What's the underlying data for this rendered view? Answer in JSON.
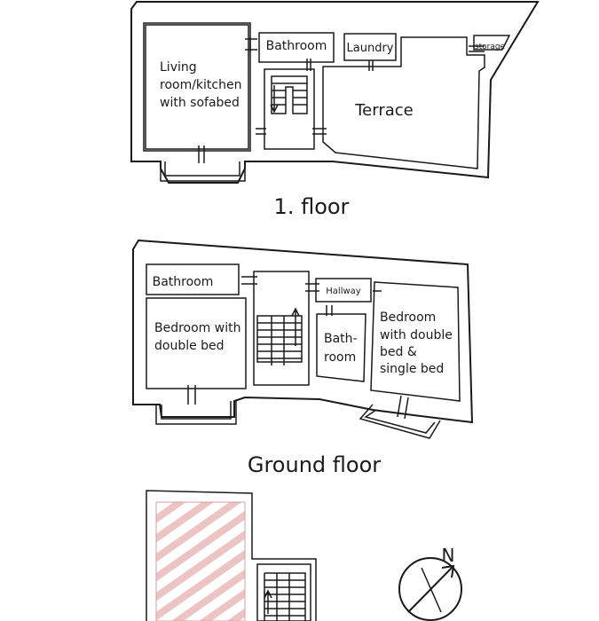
{
  "floors": [
    {
      "title": "1. floor",
      "rooms": {
        "living": [
          "Living",
          "room/kitchen",
          "with sofabed"
        ],
        "bathroom": "Bathroom",
        "laundry": "Laundry",
        "storage": "storage",
        "terrace": "Terrace"
      }
    },
    {
      "title": "Ground floor",
      "rooms": {
        "bathroom": "Bathroom",
        "bedroom_double": [
          "Bedroom with",
          "double bed"
        ],
        "hallway": "Hallway",
        "bath_room": [
          "Bath-",
          "room"
        ],
        "bedroom_double_single": [
          "Bedroom",
          "with double",
          "bed &",
          "single bed"
        ]
      }
    },
    {
      "title": "",
      "rooms": {}
    }
  ],
  "compass": {
    "label": "N"
  },
  "colors": {
    "line": "#1a1a1a",
    "hatch": "#e8b4b4",
    "background": "#ffffff"
  }
}
